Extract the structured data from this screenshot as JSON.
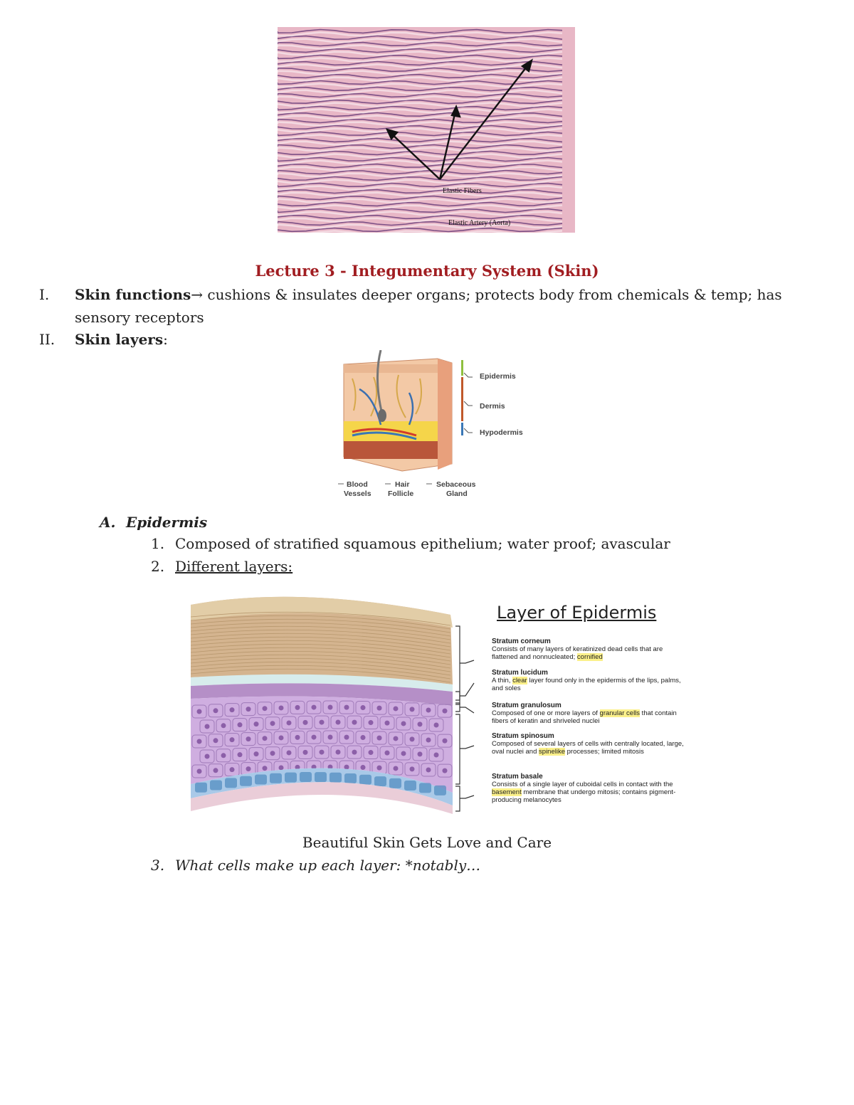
{
  "figure_elastic": {
    "label_fibers": "Elastic Fibers",
    "label_caption": "Elastic Artery (Aorta)"
  },
  "title": "Lecture 3 - Integumentary System (Skin)",
  "outline": [
    {
      "numeral": "I.",
      "heading": "Skin functions",
      "arrow": "→",
      "text": " cushions & insulates deeper organs; protects body from chemicals & temp; has sensory receptors"
    },
    {
      "numeral": "II.",
      "heading": "Skin layers",
      "text": ":"
    }
  ],
  "figure_skin": {
    "labels": {
      "epidermis": "Epidermis",
      "dermis": "Dermis",
      "hypodermis": "Hypodermis",
      "blood1": "Blood",
      "blood2": "Vessels",
      "hair1": "Hair",
      "hair2": "Follicle",
      "seb1": "Sebaceous",
      "seb2": "Gland"
    },
    "colors": {
      "epidermis": "#8fbf3f",
      "dermis": "#c0582a",
      "hypodermis": "#3a77b6"
    }
  },
  "section_a": {
    "label": "A.",
    "text": "Epidermis"
  },
  "items": [
    {
      "n": "1.",
      "text": "Composed of stratified squamous epithelium; water proof; avascular"
    },
    {
      "n": "2.",
      "text": "Different layers:"
    },
    {
      "n": "3.",
      "text": "What cells make up each layer: *notably…"
    }
  ],
  "figure_epidermis": {
    "title": "Layer of Epidermis",
    "layers": [
      {
        "name": "Stratum corneum",
        "pre": "Consists of many layers of keratinized dead cells that are flattened and nonnucleated; ",
        "highlight": "cornified",
        "post": ""
      },
      {
        "name": "Stratum lucidum",
        "pre": "A thin, ",
        "highlight": "clear",
        "post": " layer found only in the epidermis of the lips, palms, and soles"
      },
      {
        "name": "Stratum granulosum",
        "pre": "Composed of one or more layers of ",
        "highlight": "granular cells",
        "post": " that contain fibers of keratin and shriveled nuclei"
      },
      {
        "name": "Stratum spinosum",
        "pre": "Composed of several layers of cells with centrally located, large, oval nuclei and ",
        "highlight": "spinelike",
        "post": " processes; limited mitosis"
      },
      {
        "name": "Stratum basale",
        "pre": "Consists of a single layer of cuboidal cells in contact with the ",
        "highlight": "basement",
        "post": " membrane that undergo mitosis; contains pigment-producing melanocytes"
      }
    ]
  },
  "mnemonic": "Beautiful Skin Gets Love and Care"
}
